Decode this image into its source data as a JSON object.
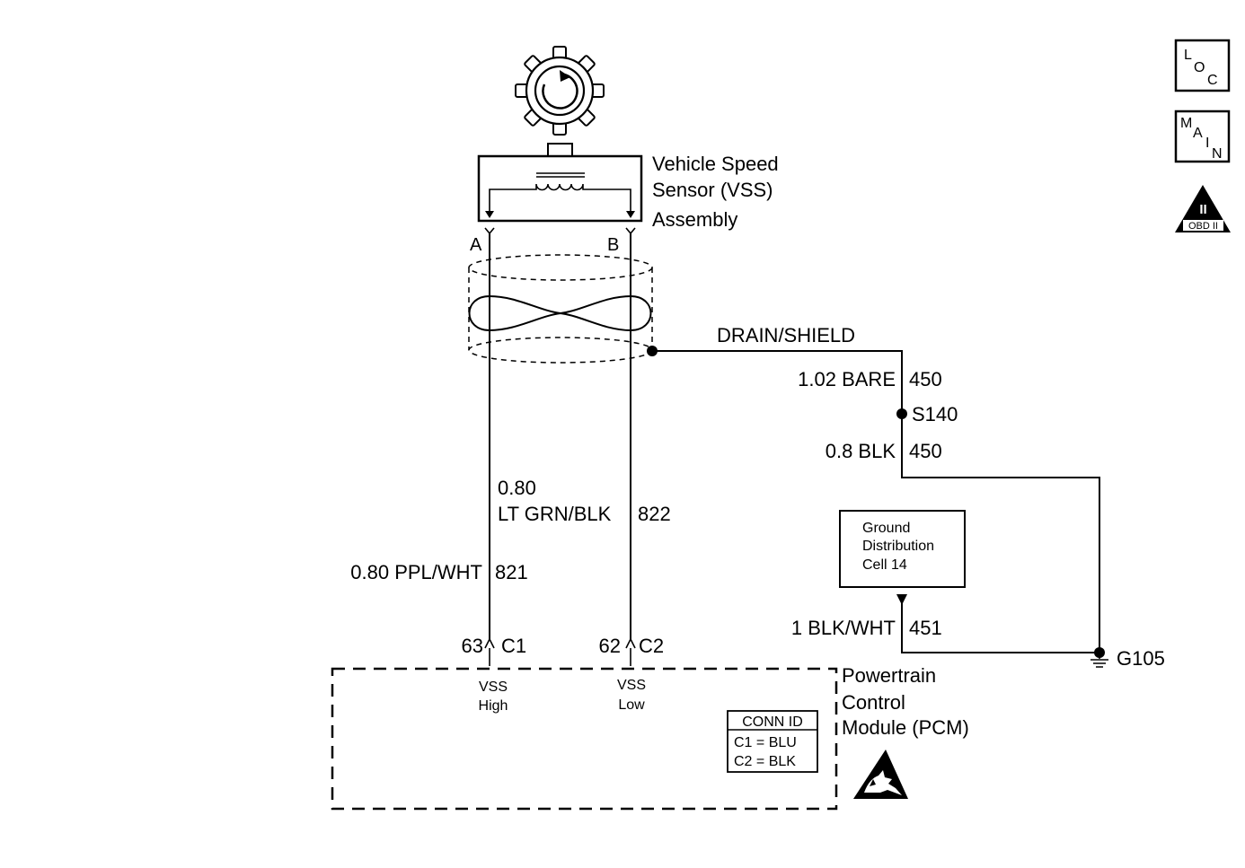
{
  "icons": {
    "loc": {
      "l1": "L",
      "l2": "O",
      "l3": "C"
    },
    "main": {
      "l1": "M",
      "l2": "A",
      "l3": "I",
      "l4": "N"
    },
    "obd": {
      "roman": "II",
      "caption": "OBD II"
    }
  },
  "sensor": {
    "name_line1": "Vehicle Speed",
    "name_line2": "Sensor (VSS)",
    "name_line3": "Assembly",
    "terminal_a": "A",
    "terminal_b": "B"
  },
  "shield": {
    "label": "DRAIN/SHIELD",
    "wire1_gauge": "1.02 BARE",
    "wire1_circuit": "450",
    "splice": "S140",
    "wire2_gauge": "0.8 BLK",
    "wire2_circuit": "450"
  },
  "wires": {
    "low_gauge_line1": "0.80",
    "low_gauge_line2": "LT GRN/BLK",
    "low_circuit": "822",
    "high_gauge": "0.80 PPL/WHT",
    "high_circuit": "821"
  },
  "ground_ref": {
    "line1": "Ground",
    "line2": "Distribution",
    "line3": "Cell 14",
    "wire_gauge": "1 BLK/WHT",
    "wire_circuit": "451",
    "ground_point": "G105"
  },
  "pcm": {
    "pin_high": "63",
    "conn_high": "C1",
    "pin_low": "62",
    "conn_low": "C2",
    "input_high_line1": "VSS",
    "input_high_line2": "High",
    "input_low_line1": "VSS",
    "input_low_line2": "Low",
    "name_line1": "Powertrain",
    "name_line2": "Control",
    "name_line3": "Module (PCM)",
    "conn_id": {
      "title": "CONN ID",
      "row1": "C1 = BLU",
      "row2": "C2 = BLK"
    }
  }
}
